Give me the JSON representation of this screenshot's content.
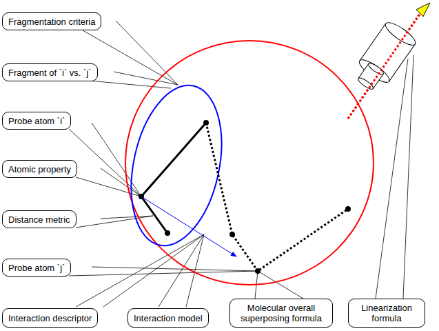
{
  "diagram": {
    "nodes": [
      {
        "text": [
          "Fragmentation criteria"
        ]
      },
      {
        "text": [
          "Fragment of `i` vs. `j`"
        ]
      },
      {
        "text": [
          "Probe atom `i`"
        ]
      },
      {
        "text": [
          "Atomic property"
        ]
      },
      {
        "text": [
          "Distance metric"
        ]
      },
      {
        "text": [
          "Probe atom `j`"
        ]
      },
      {
        "text": [
          "Interaction descriptor"
        ]
      },
      {
        "text": [
          "Interaction model"
        ]
      },
      {
        "text": [
          "Molecular overall superposing formula"
        ]
      },
      {
        "text": [
          "Linearization formula"
        ]
      }
    ]
  }
}
